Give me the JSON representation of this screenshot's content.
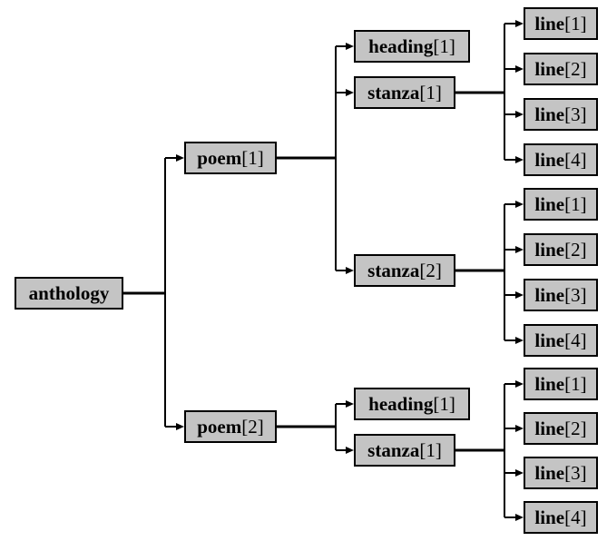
{
  "diagram": {
    "type": "tree",
    "orientation": "left-to-right",
    "colors": {
      "background": "#ffffff",
      "node_fill": "#c4c4c4",
      "node_border": "#000000",
      "connector": "#000000",
      "text": "#000000"
    }
  },
  "nodes": [
    {
      "id": "anthology",
      "name": "anthology",
      "index": ""
    },
    {
      "id": "poem-1",
      "name": "poem",
      "index": "[1]"
    },
    {
      "id": "poem-1-heading-1",
      "name": "heading",
      "index": "[1]"
    },
    {
      "id": "poem-1-stanza-1",
      "name": "stanza",
      "index": "[1]"
    },
    {
      "id": "p1-s1-line-1",
      "name": "line",
      "index": "[1]"
    },
    {
      "id": "p1-s1-line-2",
      "name": "line",
      "index": "[2]"
    },
    {
      "id": "p1-s1-line-3",
      "name": "line",
      "index": "[3]"
    },
    {
      "id": "p1-s1-line-4",
      "name": "line",
      "index": "[4]"
    },
    {
      "id": "poem-1-stanza-2",
      "name": "stanza",
      "index": "[2]"
    },
    {
      "id": "p1-s2-line-1",
      "name": "line",
      "index": "[1]"
    },
    {
      "id": "p1-s2-line-2",
      "name": "line",
      "index": "[2]"
    },
    {
      "id": "p1-s2-line-3",
      "name": "line",
      "index": "[3]"
    },
    {
      "id": "p1-s2-line-4",
      "name": "line",
      "index": "[4]"
    },
    {
      "id": "poem-2",
      "name": "poem",
      "index": "[2]"
    },
    {
      "id": "poem-2-heading-1",
      "name": "heading",
      "index": "[1]"
    },
    {
      "id": "poem-2-stanza-1",
      "name": "stanza",
      "index": "[1]"
    },
    {
      "id": "p2-s1-line-1",
      "name": "line",
      "index": "[1]"
    },
    {
      "id": "p2-s1-line-2",
      "name": "line",
      "index": "[2]"
    },
    {
      "id": "p2-s1-line-3",
      "name": "line",
      "index": "[3]"
    },
    {
      "id": "p2-s1-line-4",
      "name": "line",
      "index": "[4]"
    }
  ],
  "tree": {
    "label": "anthology",
    "children": [
      {
        "label": "poem[1]",
        "children": [
          {
            "label": "heading[1]",
            "children": []
          },
          {
            "label": "stanza[1]",
            "children": [
              {
                "label": "line[1]"
              },
              {
                "label": "line[2]"
              },
              {
                "label": "line[3]"
              },
              {
                "label": "line[4]"
              }
            ]
          },
          {
            "label": "stanza[2]",
            "children": [
              {
                "label": "line[1]"
              },
              {
                "label": "line[2]"
              },
              {
                "label": "line[3]"
              },
              {
                "label": "line[4]"
              }
            ]
          }
        ]
      },
      {
        "label": "poem[2]",
        "children": [
          {
            "label": "heading[1]",
            "children": []
          },
          {
            "label": "stanza[1]",
            "children": [
              {
                "label": "line[1]"
              },
              {
                "label": "line[2]"
              },
              {
                "label": "line[3]"
              },
              {
                "label": "line[4]"
              }
            ]
          }
        ]
      }
    ]
  }
}
